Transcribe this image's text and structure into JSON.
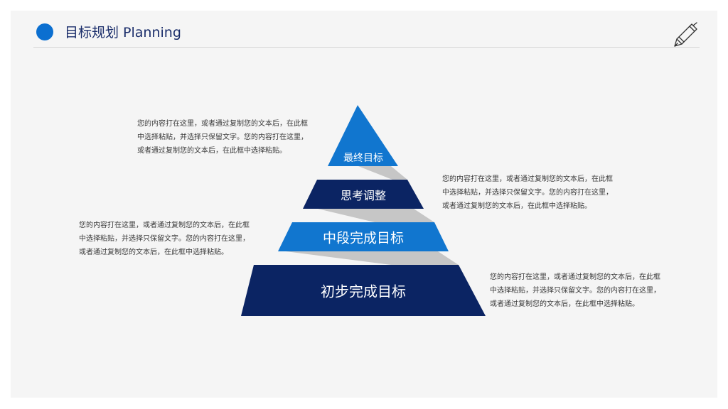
{
  "header": {
    "title": "目标规划 Planning"
  },
  "pyramid": {
    "levels": [
      {
        "label": "最终目标",
        "color": "#1176cf"
      },
      {
        "label": "思考调整",
        "color": "#0b2463"
      },
      {
        "label": "中段完成目标",
        "color": "#1176cf"
      },
      {
        "label": "初步完成目标",
        "color": "#0b2463"
      }
    ],
    "connector_color": "#c6c6c6"
  },
  "descriptions": [
    {
      "lines": [
        "您的内容打在这里，或者通过复制您的文本后，在此框",
        "中选择粘贴，并选择只保留文字。您的内容打在这里，",
        "或者通过复制您的文本后，在此框中选择粘贴。"
      ]
    },
    {
      "lines": [
        "您的内容打在这里，或者通过复制您的文本后，在此框",
        "中选择粘贴，并选择只保留文字。您的内容打在这里，",
        "或者通过复制您的文本后，在此框中选择粘贴。"
      ]
    },
    {
      "lines": [
        "您的内容打在这里，或者通过复制您的文本后，在此框",
        "中选择粘贴，并选择只保留文字。您的内容打在这里，",
        "或者通过复制您的文本后，在此框中选择粘贴。"
      ]
    },
    {
      "lines": [
        "您的内容打在这里，或者通过复制您的文本后，在此框",
        "中选择粘贴，并选择只保留文字。您的内容打在这里，",
        "或者通过复制您的文本后，在此框中选择粘贴。"
      ]
    }
  ],
  "icons": {
    "title_marker": "circle-icon",
    "decoration": "pen-icon"
  }
}
